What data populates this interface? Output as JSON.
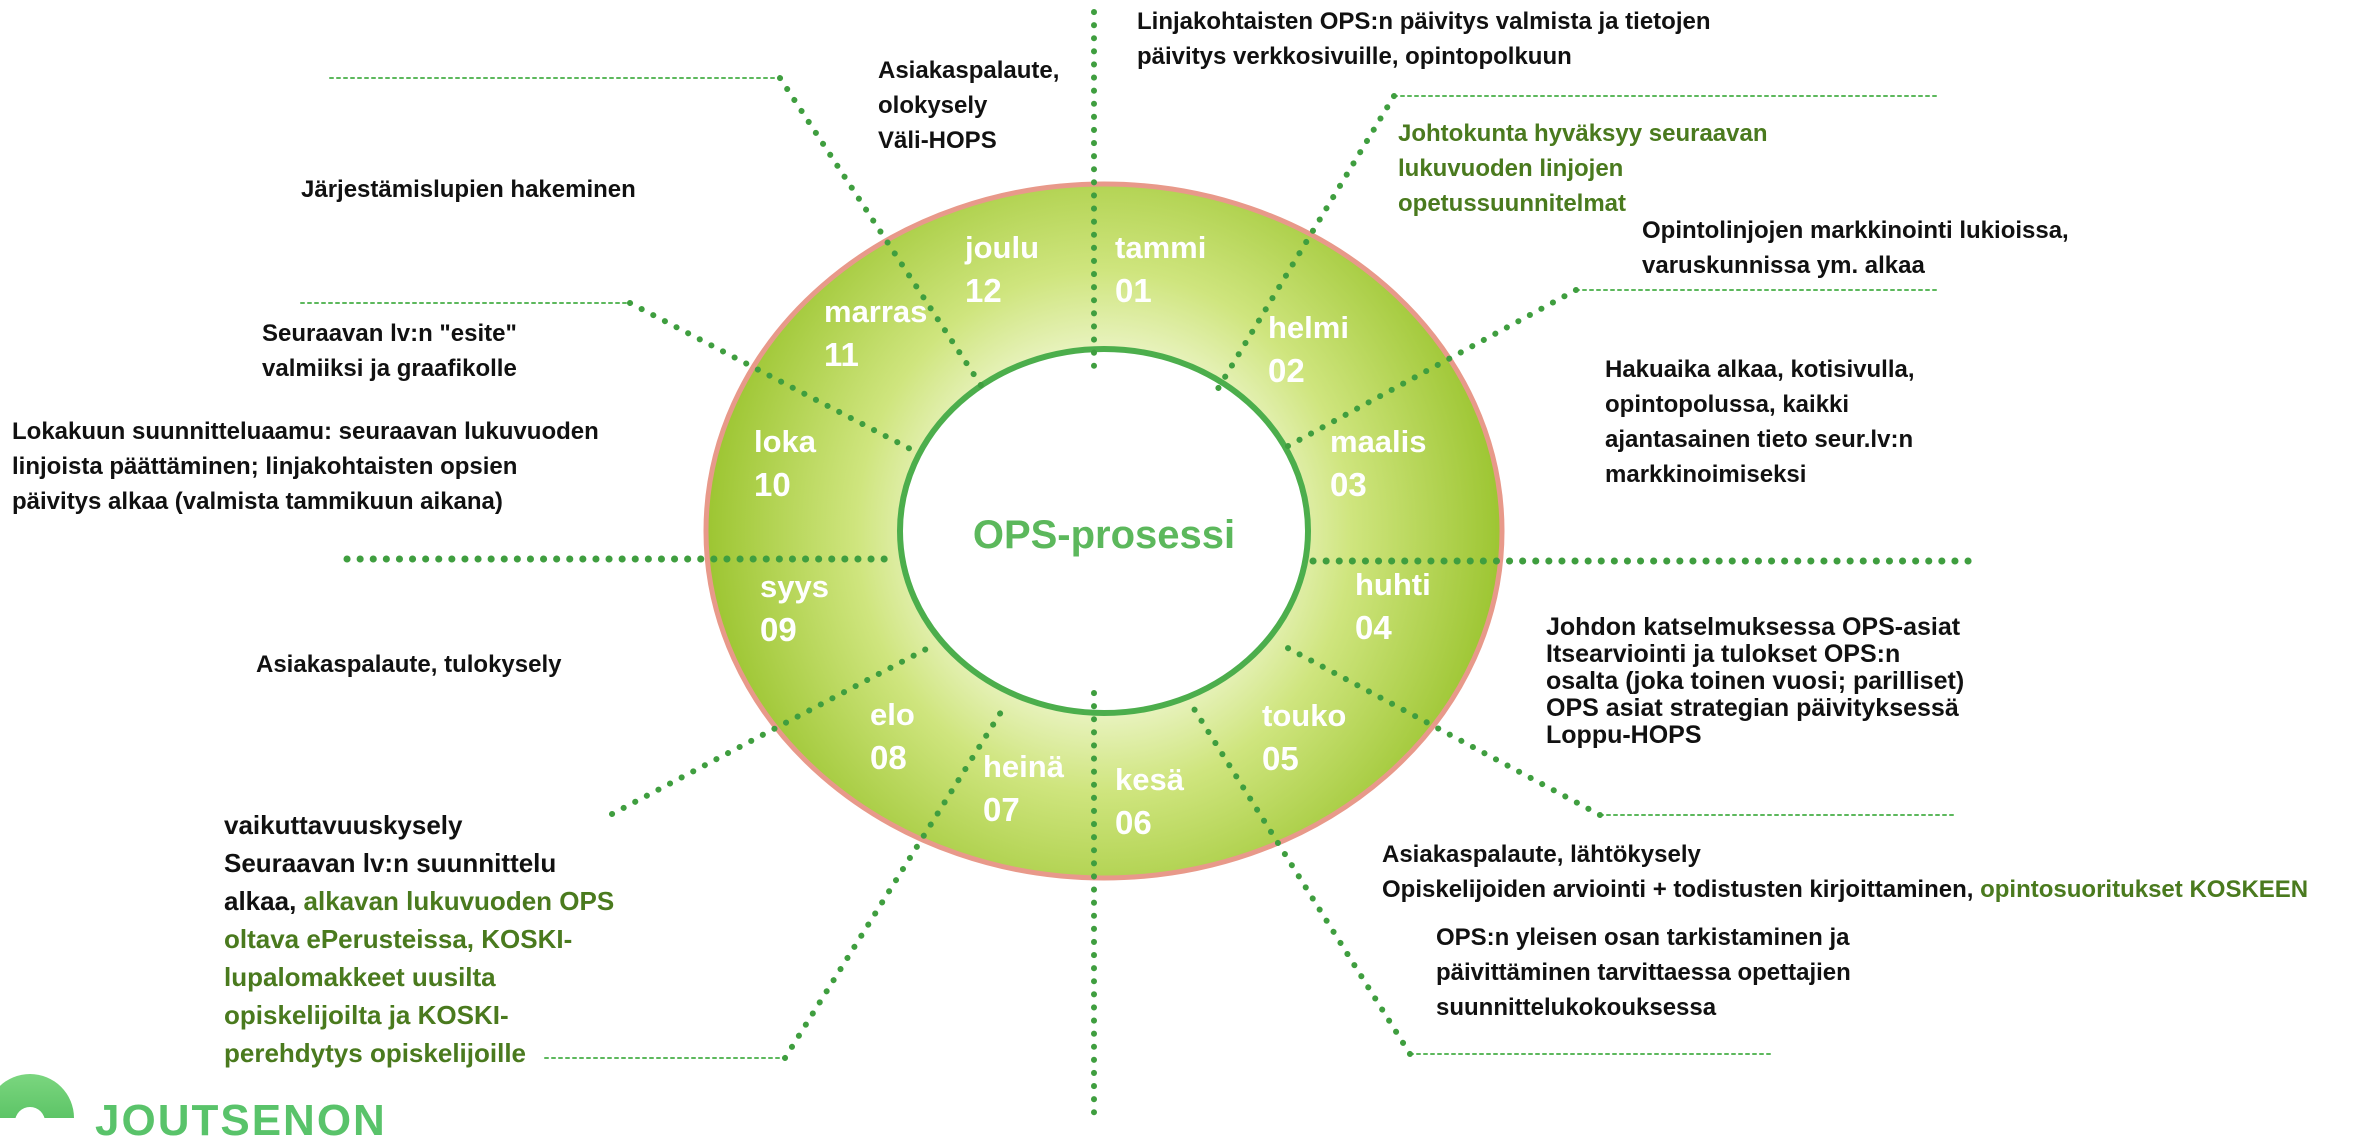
{
  "diagram": {
    "center_label": "OPS-prosessi",
    "months": [
      {
        "name": "tammi",
        "num": "01"
      },
      {
        "name": "helmi",
        "num": "02"
      },
      {
        "name": "maalis",
        "num": "03"
      },
      {
        "name": "huhti",
        "num": "04"
      },
      {
        "name": "touko",
        "num": "05"
      },
      {
        "name": "kesä",
        "num": "06"
      },
      {
        "name": "heinä",
        "num": "07"
      },
      {
        "name": "elo",
        "num": "08"
      },
      {
        "name": "syys",
        "num": "09"
      },
      {
        "name": "loka",
        "num": "10"
      },
      {
        "name": "marras",
        "num": "11"
      },
      {
        "name": "joulu",
        "num": "12"
      }
    ],
    "colors": {
      "ring_light": "#eef6c8",
      "ring_mid": "#c2dc63",
      "ring_dark": "#9dc330",
      "ring_border": "#e8998a",
      "inner_border": "#4cae4c",
      "connector": "#3f9e3f",
      "guide": "#5cb85c",
      "green_text": "#4a7a1e"
    }
  },
  "notes": {
    "jan": [
      "Linjakohtaisten OPS:n päivitys valmista ja tietojen",
      "päivitys verkkosivuille, opintopolkuun"
    ],
    "dec": [
      "Asiakaspalaute,",
      "olokysely",
      "Väli-HOPS"
    ],
    "nov": "Järjestämislupien hakeminen",
    "feb_board": [
      "Johtokunta hyväksyy seuraavan",
      "lukuvuoden linjojen",
      "opetussuunnitelmat"
    ],
    "marketing": [
      "Opintolinjojen markkinointi lukioissa,",
      "varuskunnissa ym. alkaa"
    ],
    "oct_brochure": [
      "Seuraavan lv:n \"esite\"",
      "valmiiksi ja graafikolle"
    ],
    "application": [
      "Hakuaika alkaa, kotisivulla,",
      "opintopolussa,  kaikki",
      "ajantasainen tieto seur.lv:n",
      "markkinoimiseksi"
    ],
    "oct_meeting": [
      "Lokakuun suunnitteluaamu: seuraavan lukuvuoden",
      "linjoista päättäminen; linjakohtaisten opsien",
      "päivitys alkaa (valmista tammikuun aikana)"
    ],
    "april_review": [
      "Johdon katselmuksessa OPS-asiat",
      "Itsearviointi ja tulokset OPS:n",
      "osalta (joka toinen vuosi; parilliset)",
      "OPS asiat strategian päivityksessä",
      "Loppu-HOPS"
    ],
    "sep": "Asiakaspalaute, tulokysely",
    "may_feedback_1": "Asiakaspalaute, lähtökysely",
    "may_feedback_2a": "Opiskelijoiden arviointi + todistusten kirjoittaminen, ",
    "may_feedback_2b": "opintosuoritukset KOSKEEN",
    "june_ops": [
      "OPS:n yleisen osan tarkistaminen  ja",
      "päivittäminen tarvittaessa opettajien",
      "suunnittelukokouksessa"
    ],
    "aug_1": "vaikuttavuuskysely",
    "aug_2": "Seuraavan lv:n suunnittelu",
    "aug_3a": "alkaa, ",
    "aug_3b": "alkavan lukuvuoden OPS",
    "aug_green": [
      "oltava ePerusteissa, KOSKI-",
      "lupalomakkeet uusilta",
      "opiskelijoilta ja KOSKI-",
      "perehdytys opiskelijoille"
    ]
  },
  "logo": {
    "text": "JOUTSENON"
  }
}
